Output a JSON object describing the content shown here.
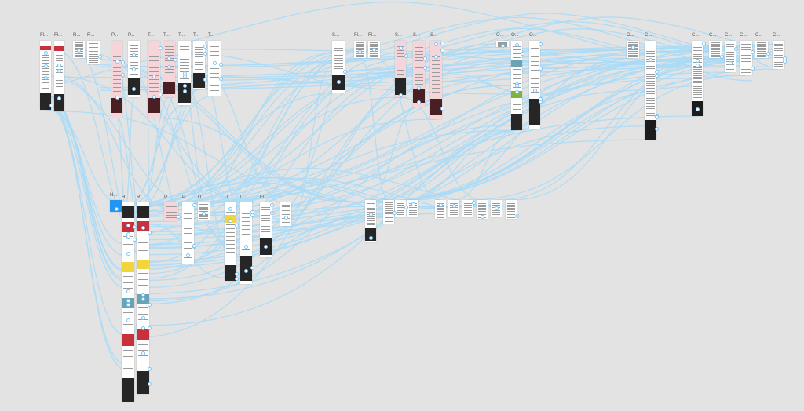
{
  "app": {
    "view": "prototype-wiring",
    "wire_color": "#a9dbf7",
    "node_border_color": "#7cc6f4",
    "canvas_color": "#e3e3e3",
    "selected_color": "#2196f3"
  },
  "artboard_titles": {
    "r1": [
      "Fl...",
      "Fl...",
      "R...",
      "R...",
      "P...",
      "P...",
      "T...",
      "T...",
      "T...",
      "T...",
      "T...",
      "S...",
      "Fl...",
      "Fl...",
      "S...",
      "S...",
      "S...",
      "O...",
      "O...",
      "O...",
      "O...",
      "C...",
      "C...",
      "C...",
      "C...",
      "C...",
      "C...",
      "C..."
    ],
    "r2": [
      "H...",
      "H...",
      "R...",
      "P...",
      "P...",
      "U...",
      "U...",
      "U...",
      "Fl..."
    ]
  }
}
